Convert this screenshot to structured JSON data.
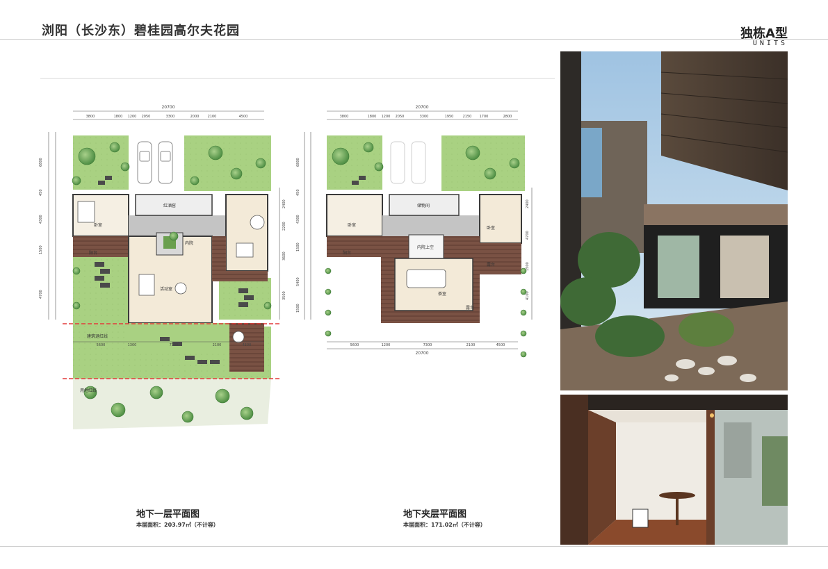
{
  "header": {
    "project_title": "浏阳（长沙东）碧桂园高尔夫花园",
    "unit_type": "独栋A型",
    "units_label": "UNITS"
  },
  "plan_basement": {
    "title": "地下一层平面图",
    "area_label": "本层面积：203.97㎡（不计容）",
    "overall_dimension": "20700",
    "top_dimensions": [
      "3800",
      "1800",
      "1200",
      "2050",
      "3300",
      "2000",
      "2100",
      "4500"
    ],
    "bottom_dimensions": [
      "5600",
      "1300",
      "7300",
      "2100",
      "4500"
    ],
    "left_dimensions": [
      "6800",
      "450",
      "4300",
      "1500",
      "4700"
    ],
    "right_dimensions": [
      "2400",
      "2200",
      "3600",
      "3500"
    ],
    "room_labels": {
      "bedroom": "卧室",
      "balcony": "阳台",
      "wine_room": "红酒窖",
      "courtyard": "内院",
      "activity_room": "活动室",
      "setback_line": "建筑退红线",
      "site_red_line": "用地红线"
    }
  },
  "plan_mezzanine": {
    "title": "地下夹层平面图",
    "area_label": "本层面积：171.02㎡（不计容）",
    "overall_dimension": "20700",
    "top_dimensions": [
      "3800",
      "1800",
      "1200",
      "2050",
      "3300",
      "1950",
      "2150",
      "1700",
      "2800"
    ],
    "bottom_dimensions": [
      "5600",
      "1200",
      "7300",
      "2100",
      "4500"
    ],
    "left_dimensions": [
      "6800",
      "450",
      "4300",
      "1500",
      "5400",
      "1500"
    ],
    "right_dimensions": [
      "2400",
      "4700",
      "1500",
      "4100"
    ],
    "room_labels": {
      "bedroom_left": "卧室",
      "bedroom_right": "卧室",
      "balcony": "阳台",
      "storage": "储物间",
      "void": "内院上空",
      "tea_room": "茶室",
      "terrace": "露台",
      "terrace_right": "露台"
    }
  },
  "colors": {
    "lawn": "#a6cf7e",
    "deck": "#6e4a3e",
    "floor": "#f3ead8",
    "wall": "#3a3a3a",
    "corridor": "#bfbfbf",
    "red_line": "#e23a3a"
  }
}
